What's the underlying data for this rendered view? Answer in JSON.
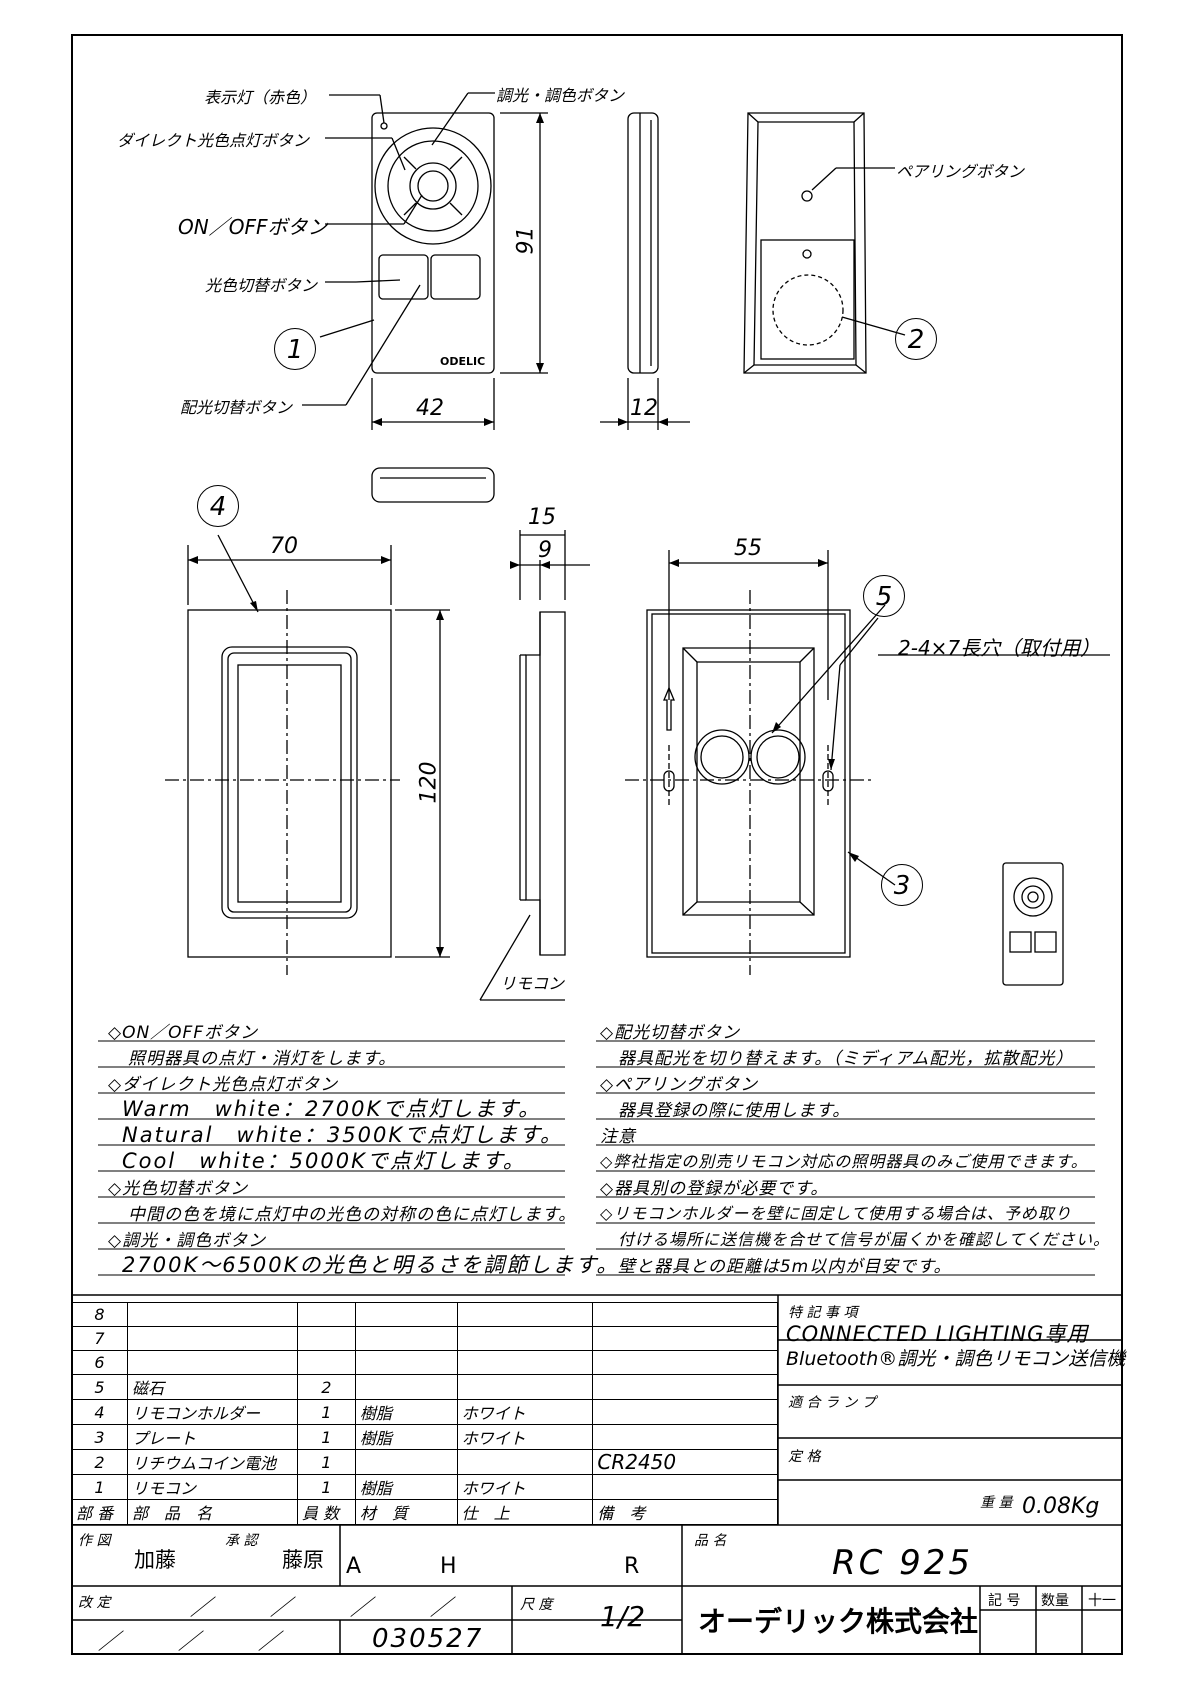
{
  "callouts": {
    "indicator_lamp": "表示灯（赤色）",
    "dimming_button": "調光・調色ボタン",
    "direct_button": "ダイレクト光色点灯ボタン",
    "onoff_button": "ON／OFFボタン",
    "color_switch_button": "光色切替ボタン",
    "distribution_button": "配光切替ボタン",
    "pairing_button": "ペアリングボタン",
    "slots": "2-4×7長穴（取付用）",
    "remote": "リモコン",
    "brand_mark": "ODELIC"
  },
  "part_numbers": [
    "1",
    "2",
    "3",
    "4",
    "5"
  ],
  "dimensions": {
    "remote_width": "42",
    "remote_height": "91",
    "remote_depth": "12",
    "holder_width": "70",
    "holder_height": "120",
    "holder_depth_total": "15",
    "holder_depth_inner": "9",
    "plate_pitch": "55"
  },
  "notes_left": [
    {
      "text": "◇ON／OFFボタン",
      "heading": true
    },
    {
      "text": "照明器具の点灯・消灯をします。",
      "heading": false
    },
    {
      "text": "◇ダイレクト光色点灯ボタン",
      "heading": true
    },
    {
      "text": "Warm　white：2700Kで点灯します。",
      "heading": false
    },
    {
      "text": "Natural　white：3500Kで点灯します。",
      "heading": false
    },
    {
      "text": "Cool　white：5000Kで点灯します。",
      "heading": false
    },
    {
      "text": "◇光色切替ボタン",
      "heading": true
    },
    {
      "text": "中間の色を境に点灯中の光色の対称の色に点灯します。",
      "heading": false
    },
    {
      "text": "◇調光・調色ボタン",
      "heading": true
    },
    {
      "text": "2700K～6500Kの光色と明るさを調節します。",
      "heading": false
    }
  ],
  "notes_right": [
    {
      "text": "◇配光切替ボタン",
      "heading": true
    },
    {
      "text": "器具配光を切り替えます。（ミディアム配光，拡散配光）",
      "heading": false
    },
    {
      "text": "◇ペアリングボタン",
      "heading": true
    },
    {
      "text": "器具登録の際に使用します。",
      "heading": false
    },
    {
      "text": "注意",
      "heading": true
    },
    {
      "text": "◇弊社指定の別売リモコン対応の照明器具のみご使用できます。",
      "heading": false
    },
    {
      "text": "◇器具別の登録が必要です。",
      "heading": false
    },
    {
      "text": "◇リモコンホルダーを壁に固定して使用する場合は、予め取り",
      "heading": false
    },
    {
      "text": "付ける場所に送信機を合せて信号が届くかを確認してください。",
      "heading": false
    },
    {
      "text": "壁と器具との距離は5m以内が目安です。",
      "heading": false
    }
  ],
  "parts_table": {
    "rows": [
      {
        "no": "8",
        "name": "",
        "qty": "",
        "material": "",
        "finish": "",
        "remarks": ""
      },
      {
        "no": "7",
        "name": "",
        "qty": "",
        "material": "",
        "finish": "",
        "remarks": ""
      },
      {
        "no": "6",
        "name": "",
        "qty": "",
        "material": "",
        "finish": "",
        "remarks": ""
      },
      {
        "no": "5",
        "name": "磁石",
        "qty": "2",
        "material": "",
        "finish": "",
        "remarks": ""
      },
      {
        "no": "4",
        "name": "リモコンホルダー",
        "qty": "1",
        "material": "樹脂",
        "finish": "ホワイト",
        "remarks": ""
      },
      {
        "no": "3",
        "name": "プレート",
        "qty": "1",
        "material": "樹脂",
        "finish": "ホワイト",
        "remarks": ""
      },
      {
        "no": "2",
        "name": "リチウムコイン電池",
        "qty": "1",
        "material": "",
        "finish": "",
        "remarks": "CR2450"
      },
      {
        "no": "1",
        "name": "リモコン",
        "qty": "1",
        "material": "樹脂",
        "finish": "ホワイト",
        "remarks": ""
      }
    ],
    "header": {
      "no": "部 番",
      "name": "部　品　名",
      "qty": "員 数",
      "material": "材　質",
      "finish": "仕　上",
      "remarks": "備　考"
    }
  },
  "spec": {
    "label": "特 記 事 項",
    "line1": "CONNECTED LIGHTING専用",
    "line2": "Bluetooth®調光・調色リモコン送信機",
    "lamp_label": "適 合 ラ ン プ",
    "rating_label": "定 格",
    "weight_label": "重 量",
    "weight_value": "0.08Kg"
  },
  "title_block": {
    "drawn_label": "作 図",
    "drawn_by": "加藤",
    "approved_label": "承 認",
    "approved_by": "藤原",
    "grades": [
      "A",
      "H",
      "R"
    ],
    "revision_label": "改 定",
    "date": "030527",
    "scale_label": "尺 度",
    "scale_value": "1/2",
    "product_label": "品 名",
    "product_name": "RC 925",
    "company": "オーデリック株式会社",
    "symbol_label": "記 号",
    "quantity_label": "数量",
    "quantity_value": "十一"
  }
}
